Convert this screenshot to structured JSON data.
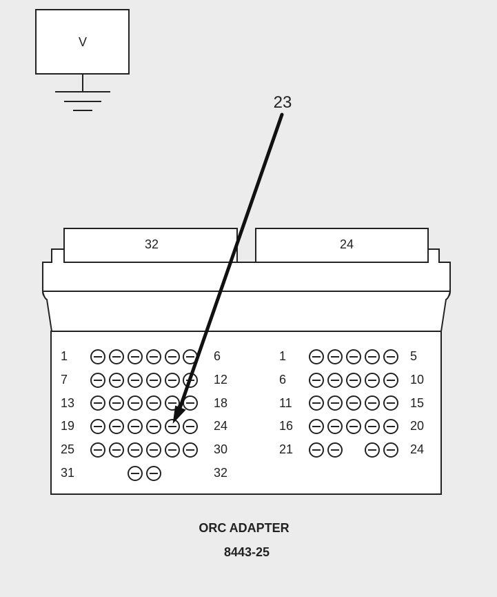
{
  "meter": {
    "label": "V"
  },
  "callout": {
    "label": "23"
  },
  "connectors": {
    "left": {
      "header": "32",
      "rows": [
        {
          "start": "1",
          "end": "6"
        },
        {
          "start": "7",
          "end": "12"
        },
        {
          "start": "13",
          "end": "18"
        },
        {
          "start": "19",
          "end": "24"
        },
        {
          "start": "25",
          "end": "30"
        },
        {
          "start": "31",
          "end": "32"
        }
      ]
    },
    "right": {
      "header": "24",
      "rows": [
        {
          "start": "1",
          "end": "5"
        },
        {
          "start": "6",
          "end": "10"
        },
        {
          "start": "11",
          "end": "15"
        },
        {
          "start": "16",
          "end": "20"
        },
        {
          "start": "21",
          "end": "24"
        }
      ]
    }
  },
  "caption": {
    "title": "ORC ADAPTER",
    "part_number": "8443-25"
  }
}
